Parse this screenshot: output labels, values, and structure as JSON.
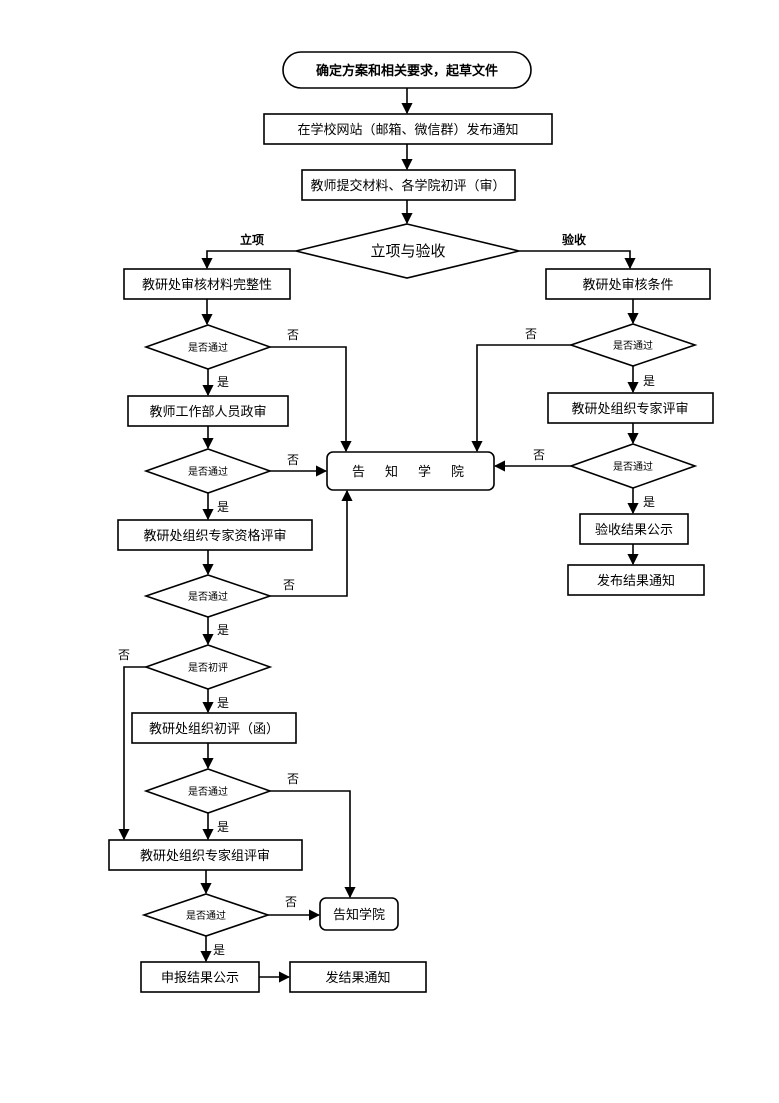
{
  "nodes": {
    "start": "确定方案和相关要求，起草文件",
    "publish": "在学校网站（邮箱、微信群）发布通知",
    "submit": "教师提交材料、各学院初评（审）",
    "decision_main": "立项与验收",
    "left_review_materials": "教研处审核材料完整性",
    "left_check1": "是否通过",
    "left_political": "教师工作部人员政审",
    "left_check2": "是否通过",
    "left_expert_qualification": "教研处组织专家资格评审",
    "left_check3": "是否通过",
    "left_initial_check": "是否初评",
    "left_initial_review": "教研处组织初评（函）",
    "left_check4": "是否通过",
    "left_expert_group": "教研处组织专家组评审",
    "left_check5": "是否通过",
    "notify_college_center": "告知学院",
    "notify_college_bottom": "告知学院",
    "left_publicize": "申报结果公示",
    "left_notice": "发结果通知",
    "right_review_conditions": "教研处审核条件",
    "right_check1": "是否通过",
    "right_expert": "教研处组织专家评审",
    "right_check2": "是否通过",
    "right_publicize": "验收结果公示",
    "right_notice": "发布结果通知"
  },
  "labels": {
    "branch_left": "立项",
    "branch_right": "验收",
    "yes": "是",
    "no": "否"
  }
}
